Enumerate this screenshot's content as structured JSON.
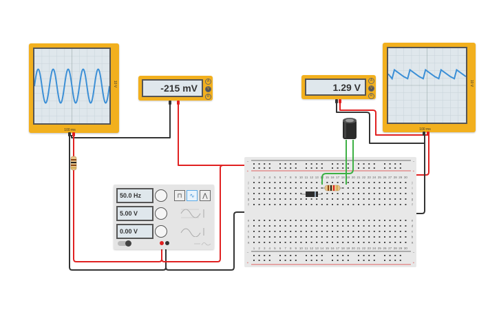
{
  "scope_left": {
    "time_label": "100 ms",
    "volt_label": "10 V",
    "trace": "sine",
    "cycles_visible": 5
  },
  "scope_right": {
    "time_label": "100 ms",
    "volt_label": "10 V",
    "trace": "sawtooth-ripple",
    "cycles_visible": 5
  },
  "meter_left": {
    "value": "-215 mV",
    "modes": [
      "A",
      "V",
      "R"
    ],
    "selected_mode": "V"
  },
  "meter_right": {
    "value": "1.29 V",
    "modes": [
      "A",
      "V",
      "R"
    ],
    "selected_mode": "V"
  },
  "function_generator": {
    "frequency": "50.0 Hz",
    "amplitude": "5.00 V",
    "offset": "0.00 V",
    "waveforms": [
      {
        "name": "square",
        "glyph": "⊓",
        "selected": false
      },
      {
        "name": "sine",
        "glyph": "∿",
        "selected": true
      },
      {
        "name": "triangle",
        "glyph": "⋀",
        "selected": false
      }
    ],
    "power_state": "on"
  },
  "colors": {
    "instrument_body": "#f2b01e",
    "screen": "#dfe7ec",
    "trace": "#3b8fd6",
    "wire_red": "#e02020",
    "wire_black": "#333333",
    "wire_green": "#3cb043"
  },
  "breadboard": {
    "row_letters_top": [
      "j",
      "i",
      "h",
      "g",
      "f"
    ],
    "row_letters_bottom": [
      "e",
      "d",
      "c",
      "b",
      "a"
    ],
    "columns": 30
  }
}
